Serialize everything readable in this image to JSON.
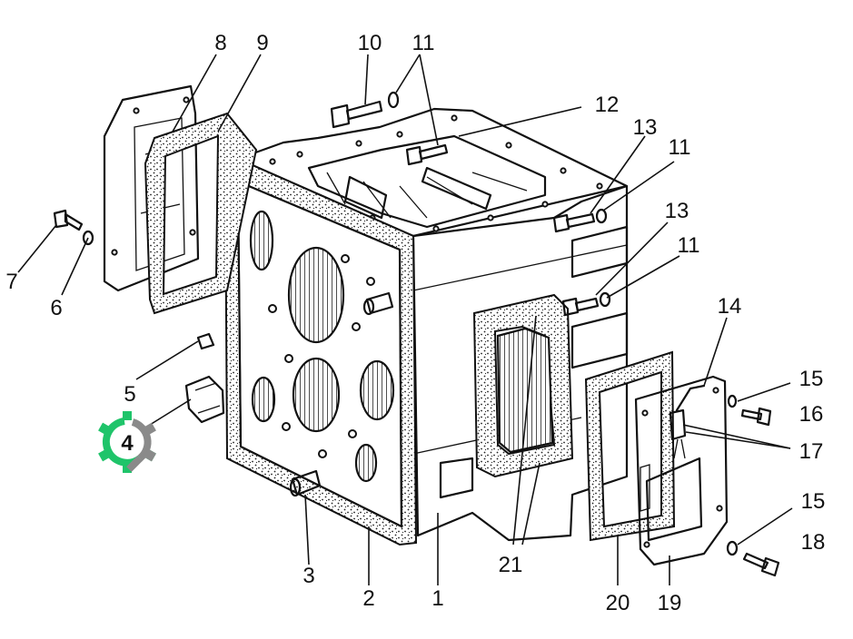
{
  "callouts": [
    {
      "id": "c1",
      "text": "1"
    },
    {
      "id": "c2",
      "text": "2"
    },
    {
      "id": "c3",
      "text": "3"
    },
    {
      "id": "c4",
      "text": "4"
    },
    {
      "id": "c5",
      "text": "5"
    },
    {
      "id": "c6",
      "text": "6"
    },
    {
      "id": "c7",
      "text": "7"
    },
    {
      "id": "c8",
      "text": "8"
    },
    {
      "id": "c9",
      "text": "9"
    },
    {
      "id": "c10",
      "text": "10"
    },
    {
      "id": "c11a",
      "text": "11"
    },
    {
      "id": "c11b",
      "text": "11"
    },
    {
      "id": "c11c",
      "text": "11"
    },
    {
      "id": "c12",
      "text": "12"
    },
    {
      "id": "c13a",
      "text": "13"
    },
    {
      "id": "c13b",
      "text": "13"
    },
    {
      "id": "c14",
      "text": "14"
    },
    {
      "id": "c15a",
      "text": "15"
    },
    {
      "id": "c15b",
      "text": "15"
    },
    {
      "id": "c16",
      "text": "16"
    },
    {
      "id": "c17",
      "text": "17"
    },
    {
      "id": "c18",
      "text": "18"
    },
    {
      "id": "c19",
      "text": "19"
    },
    {
      "id": "c20",
      "text": "20"
    },
    {
      "id": "c21",
      "text": "21"
    }
  ],
  "highlight_marker": {
    "label": "4",
    "icon": "gear-icon",
    "colors": {
      "primary": "#1fc46a",
      "secondary": "#8a8a8a"
    }
  },
  "colors": {
    "line": "#111111",
    "background": "#ffffff"
  }
}
